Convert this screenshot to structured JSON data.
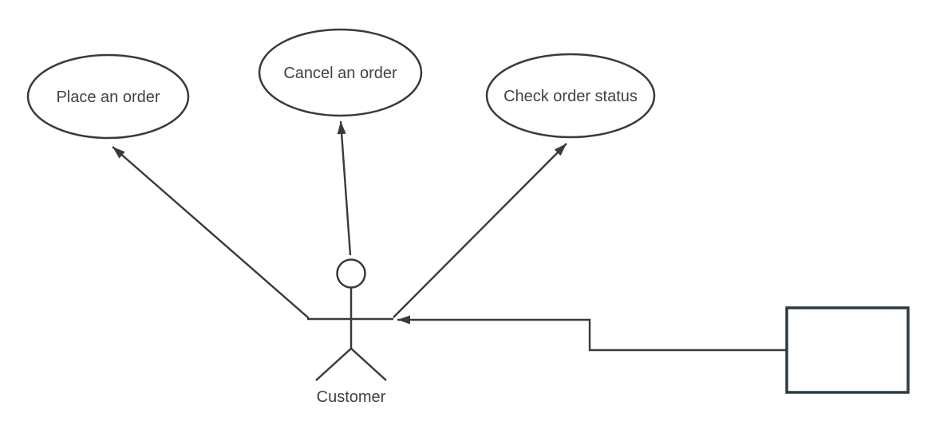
{
  "diagram": {
    "type": "uml-use-case",
    "use_cases": [
      {
        "id": "place-order",
        "label": "Place an order"
      },
      {
        "id": "cancel-order",
        "label": "Cancel an order"
      },
      {
        "id": "check-order-status",
        "label": "Check order status"
      }
    ],
    "actor": {
      "id": "customer",
      "label": "Customer"
    },
    "system_box": {
      "id": "system-box",
      "label": ""
    },
    "edges": [
      {
        "from": "customer",
        "to": "place-order",
        "style": "directed-straight"
      },
      {
        "from": "customer",
        "to": "cancel-order",
        "style": "directed-straight"
      },
      {
        "from": "customer",
        "to": "check-order-status",
        "style": "directed-straight"
      },
      {
        "from": "system-box",
        "to": "customer",
        "style": "directed-orthogonal"
      }
    ],
    "colors": {
      "background": "#ffffff",
      "shape_stroke": "#3a3a3a",
      "system_box_stroke": "#2e3a44",
      "text": "#424242"
    }
  }
}
